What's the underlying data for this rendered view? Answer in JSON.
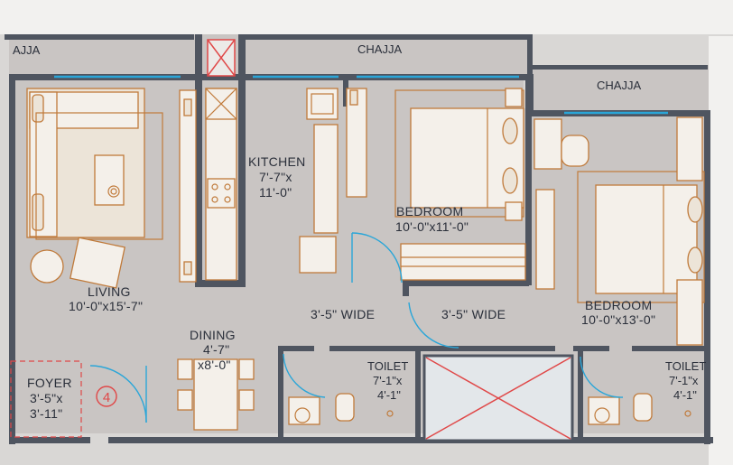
{
  "balconies": {
    "left": "AJJA",
    "top": "CHAJJA",
    "right": "CHAJJA"
  },
  "rooms": {
    "kitchen": {
      "name": "KITCHEN",
      "dim1": "7'-7\"x",
      "dim2": "11'-0\""
    },
    "bedroom1": {
      "name": "BEDROOM",
      "dim": "10'-0\"x11'-0\""
    },
    "bedroom2": {
      "name": "BEDROOM",
      "dim": "10'-0\"x13'-0\""
    },
    "living": {
      "name": "LIVING",
      "dim": "10'-0\"x15'-7\""
    },
    "dining": {
      "name": "DINING",
      "dim1": "4'-7\"",
      "dim2": "x8'-0\""
    },
    "foyer": {
      "name": "FOYER",
      "dim1": "3'-5\"x",
      "dim2": "3'-11\""
    },
    "toilet1": {
      "name": "TOILET",
      "dim1": "7'-1\"x",
      "dim2": "4'-1\""
    },
    "toilet2": {
      "name": "TOILET",
      "dim1": "7'-1\"x",
      "dim2": "4'-1\""
    }
  },
  "passages": {
    "left": "3'-5\" WIDE",
    "right": "3'-5\" WIDE"
  },
  "entry_marker": "4",
  "colors": {
    "floor": "#c9c5c3",
    "wall": "#4f5560",
    "furniture": "#c07a3a",
    "window": "#2aa6d8",
    "duct": "#e04848"
  }
}
